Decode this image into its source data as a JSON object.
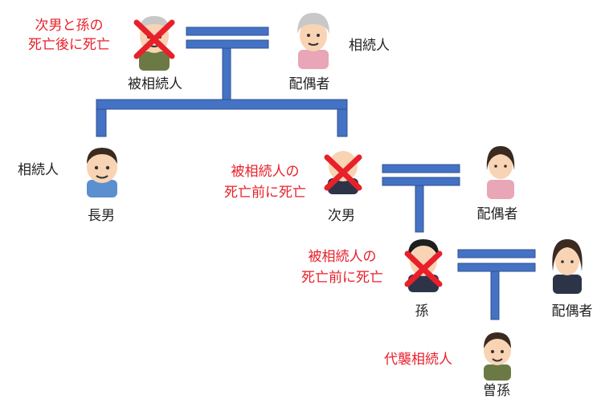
{
  "colors": {
    "line_fill": "#4472c4",
    "line_stroke": "#2f528f",
    "cross": "#e8202a",
    "note_text": "#e8202a",
    "text": "#222222",
    "skin": "#f8d3b4",
    "hair_dark": "#3a2a1f",
    "hair_gray": "#c8c8c8",
    "shirt_green": "#6b7a44",
    "shirt_pink": "#e9a6b6",
    "shirt_blue": "#5b8fd0",
    "shirt_suit": "#2e3447"
  },
  "icons": {
    "cross": "x-mark-icon"
  },
  "people": {
    "decedent": {
      "label": "被相続人",
      "note_line1": "次男と孫の",
      "note_line2": "死亡後に死亡",
      "crossed": true
    },
    "decedent_spouse": {
      "label": "配偶者",
      "role": "相続人"
    },
    "eldest_son": {
      "label": "長男",
      "role": "相続人"
    },
    "second_son": {
      "label": "次男",
      "note_line1": "被相続人の",
      "note_line2": "死亡前に死亡",
      "crossed": true
    },
    "second_son_spouse": {
      "label": "配偶者"
    },
    "grandchild": {
      "label": "孫",
      "note_line1": "被相続人の",
      "note_line2": "死亡前に死亡",
      "crossed": true
    },
    "grandchild_spouse": {
      "label": "配偶者"
    },
    "great_grandchild": {
      "label": "曽孫",
      "role": "代襲相続人"
    }
  }
}
